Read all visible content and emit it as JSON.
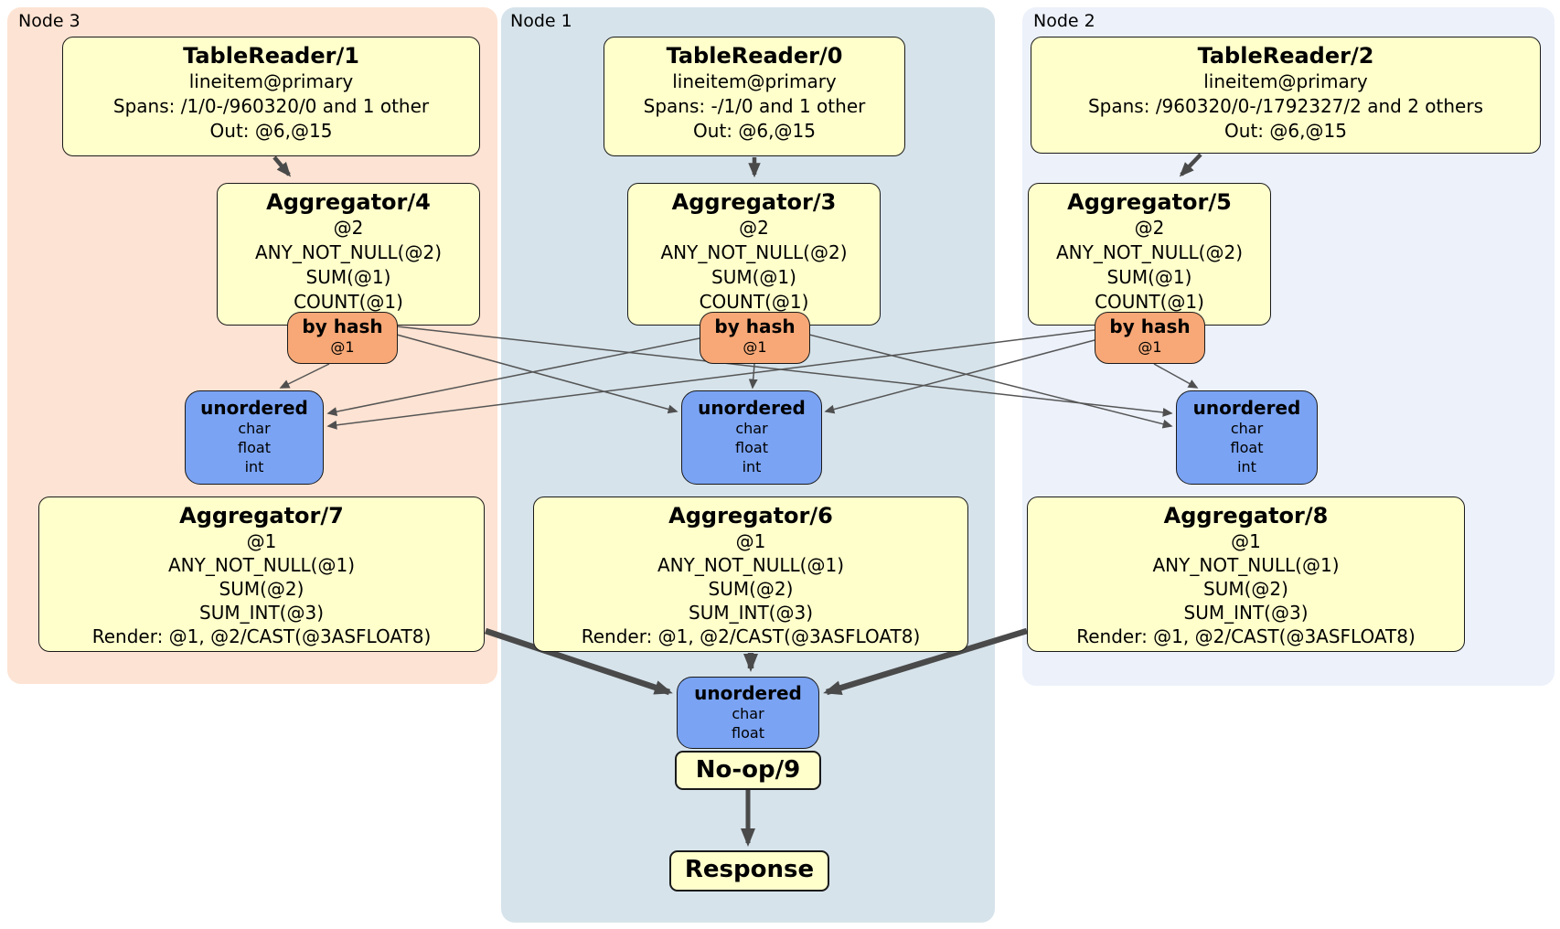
{
  "groups": [
    {
      "label": "Node 3"
    },
    {
      "label": "Node 1"
    },
    {
      "label": "Node 2"
    }
  ],
  "processors": {
    "tr1": {
      "title": "TableReader/1",
      "lines": [
        "lineitem@primary",
        "Spans: /1/0-/960320/0 and 1 other",
        "Out: @6,@15"
      ]
    },
    "tr0": {
      "title": "TableReader/0",
      "lines": [
        "lineitem@primary",
        "Spans: -/1/0 and 1 other",
        "Out: @6,@15"
      ]
    },
    "tr2": {
      "title": "TableReader/2",
      "lines": [
        "lineitem@primary",
        "Spans: /960320/0-/1792327/2 and 2 others",
        "Out: @6,@15"
      ]
    },
    "agg4": {
      "title": "Aggregator/4",
      "lines": [
        "@2",
        "ANY_NOT_NULL(@2)",
        "SUM(@1)",
        "COUNT(@1)"
      ]
    },
    "agg3": {
      "title": "Aggregator/3",
      "lines": [
        "@2",
        "ANY_NOT_NULL(@2)",
        "SUM(@1)",
        "COUNT(@1)"
      ]
    },
    "agg5": {
      "title": "Aggregator/5",
      "lines": [
        "@2",
        "ANY_NOT_NULL(@2)",
        "SUM(@1)",
        "COUNT(@1)"
      ]
    },
    "agg7": {
      "title": "Aggregator/7",
      "lines": [
        "@1",
        "ANY_NOT_NULL(@1)",
        "SUM(@2)",
        "SUM_INT(@3)",
        "Render: @1, @2/CAST(@3ASFLOAT8)"
      ]
    },
    "agg6": {
      "title": "Aggregator/6",
      "lines": [
        "@1",
        "ANY_NOT_NULL(@1)",
        "SUM(@2)",
        "SUM_INT(@3)",
        "Render: @1, @2/CAST(@3ASFLOAT8)"
      ]
    },
    "agg8": {
      "title": "Aggregator/8",
      "lines": [
        "@1",
        "ANY_NOT_NULL(@1)",
        "SUM(@2)",
        "SUM_INT(@3)",
        "Render: @1, @2/CAST(@3ASFLOAT8)"
      ]
    },
    "noop": {
      "title": "No-op/9"
    },
    "response": {
      "title": "Response"
    }
  },
  "routers": {
    "hash_n3": {
      "title": "by hash",
      "key": "@1"
    },
    "hash_n1": {
      "title": "by hash",
      "key": "@1"
    },
    "hash_n2": {
      "title": "by hash",
      "key": "@1"
    }
  },
  "syncs": {
    "un_n3": {
      "title": "unordered",
      "columns": [
        "char",
        "float",
        "int"
      ]
    },
    "un_n1": {
      "title": "unordered",
      "columns": [
        "char",
        "float",
        "int"
      ]
    },
    "un_n2": {
      "title": "unordered",
      "columns": [
        "char",
        "float",
        "int"
      ]
    },
    "un_final": {
      "title": "unordered",
      "columns": [
        "char",
        "float"
      ]
    }
  },
  "colors": {
    "node3_bg": "#fde3d3",
    "node1_bg": "#d6e3eb",
    "node2_bg": "#ecf1fa",
    "processor_bg": "#ffffcc",
    "router_bg": "#f7a876",
    "sync_bg": "#7aa3f3",
    "edge": "#4a4a4a"
  }
}
